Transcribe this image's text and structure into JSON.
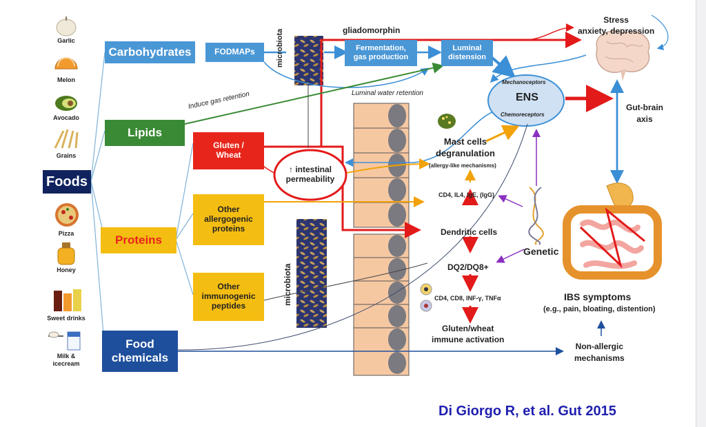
{
  "foods": {
    "title": "Foods",
    "items": [
      "Garlic",
      "Melon",
      "Avocado",
      "Grains",
      "Pizza",
      "Honey",
      "Sweet drinks",
      "Milk &\nicecream"
    ]
  },
  "categories": {
    "carbohydrates": "Carbohydrates",
    "lipids": "Lipids",
    "proteins": "Proteins",
    "food_chemicals": "Food\nchemicals"
  },
  "boxes": {
    "fodmaps": "FODMAPs",
    "fermentation": "Fermentation,\ngas production",
    "luminal_distension": "Luminal\ndistension",
    "gluten_wheat": "Gluten /\nWheat",
    "other_allergogenic": "Other\nallergogenic\nproteins",
    "other_immunogenic": "Other\nimmunogenic\npeptides",
    "intestinal_permeability": "↑ intestinal\npermeability"
  },
  "labels": {
    "gliadomorphin": "gliadomorphin",
    "microbiota": "microbiota",
    "luminal_water_retention": "Luminal water retention",
    "induce_gas_retention": "Induce gas retention",
    "stress": "Stress\nanxiety, depression",
    "ens": "ENS",
    "mechanoceptors": "Mechanoceptors",
    "chemoreceptors": "Chemoreceptors",
    "gut_brain_axis": "Gut-brain\naxis",
    "mast_cells": "Mast cells\ndegranulation",
    "allergy_like": "(allergy-like mechanisms)",
    "cytokines_1": "CD4, IL4, IgE, (IgG)",
    "dendritic_cells": "Dendritic cells",
    "dq": "DQ2/DQ8+",
    "cytokines_2": "CD4, CD8, INF-γ, TNFα",
    "gluten_immune": "Gluten/wheat\nimmune activation",
    "genetic": "Genetic",
    "ibs_symptoms": "IBS symptoms",
    "ibs_examples": "(e.g., pain, bloating, distention)",
    "non_allergic": "Non-allergic\nmechanisms"
  },
  "citation": "Di Giorgo R, et al. Gut 2015",
  "icons": [
    "garlic-icon",
    "melon-icon",
    "avocado-icon",
    "grains-icon",
    "pizza-icon",
    "honey-icon",
    "sweet-drinks-icon",
    "milk-icecream-icon",
    "brain-icon",
    "dna-icon",
    "mast-cell-icon",
    "intestine-icon"
  ],
  "colors": {
    "carb_blue": "#4a97d6",
    "lipid_green": "#3a8a35",
    "protein_yellow": "#f4bd12",
    "gluten_red": "#e8251a",
    "chemical_navy": "#1e4f9c",
    "foods_navy": "#10235e",
    "citation_blue": "#1f1fb0"
  }
}
